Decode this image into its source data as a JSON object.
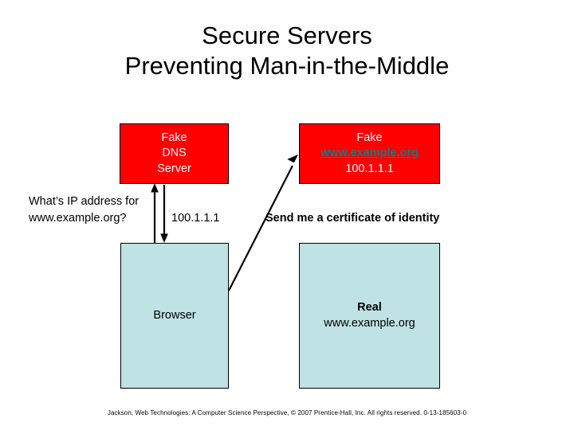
{
  "slide": {
    "title": {
      "line1": "Secure Servers",
      "line2": "Preventing Man-in-the-Middle"
    },
    "boxes": {
      "fake_dns": {
        "line1": "Fake",
        "line2": "DNS",
        "line3": "Server",
        "fill_color": "#fe0000",
        "text_color": "#ffffff"
      },
      "fake_site": {
        "line1": "Fake",
        "line2": "www.example.org",
        "line3": "100.1.1.1",
        "fill_color": "#fe0000",
        "text_color": "#ffffff",
        "link_color": "#19787d"
      },
      "browser": {
        "label": "Browser",
        "fill_color": "#bfe2e4",
        "text_color": "#000000"
      },
      "real_site": {
        "line1": "Real",
        "line2": "www.example.org",
        "fill_color": "#bfe2e4",
        "text_color": "#000000"
      }
    },
    "labels": {
      "dns_query": "What’s IP address for www.example.org?",
      "dns_answer": "100.1.1.1",
      "certificate_request": "Send me a certificate of identity"
    },
    "arrows": [
      {
        "name": "browser-to-fake-dns-query",
        "direction": "up"
      },
      {
        "name": "fake-dns-to-browser-answer",
        "direction": "down"
      },
      {
        "name": "browser-to-fake-site-cert",
        "direction": "up-right"
      }
    ],
    "footer": "Jackson, Web Technologies: A Computer Science Perspective, © 2007 Prentice-Hall, Inc. All rights reserved. 0-13-185603-0"
  }
}
